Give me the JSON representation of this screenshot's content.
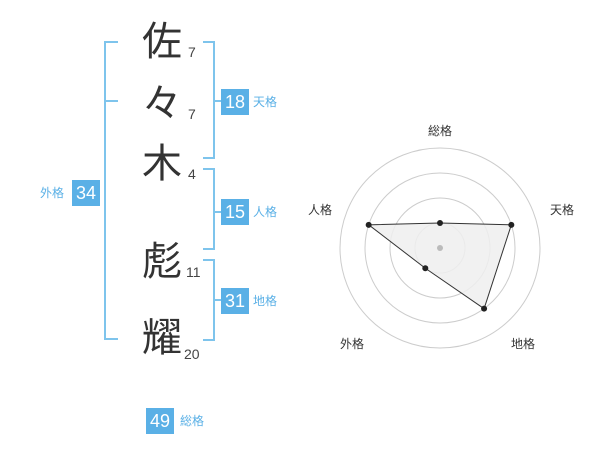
{
  "name": {
    "characters": [
      {
        "char": "佐",
        "strokes": "7"
      },
      {
        "char": "々",
        "strokes": "7"
      },
      {
        "char": "木",
        "strokes": "4"
      },
      {
        "char": "彪",
        "strokes": "11"
      },
      {
        "char": "耀",
        "strokes": "20"
      }
    ]
  },
  "scores": {
    "tenkaku": {
      "value": "18",
      "label": "天格"
    },
    "jinkaku": {
      "value": "15",
      "label": "人格"
    },
    "chikaku": {
      "value": "31",
      "label": "地格"
    },
    "gaikaku": {
      "value": "34",
      "label": "外格"
    },
    "soukaku": {
      "value": "49",
      "label": "総格"
    }
  },
  "radar": {
    "axes": [
      "総格",
      "天格",
      "地格",
      "外格",
      "人格"
    ],
    "levels": 4,
    "values": [
      1,
      3,
      3,
      1,
      3
    ],
    "colors": {
      "grid": "#cccccc",
      "fill": "#eeeeee",
      "line": "#333333",
      "point": "#222222",
      "center": "#bbbbbb"
    }
  },
  "colors": {
    "accent": "#5ab0e6",
    "bracket": "#7ec4ec"
  }
}
